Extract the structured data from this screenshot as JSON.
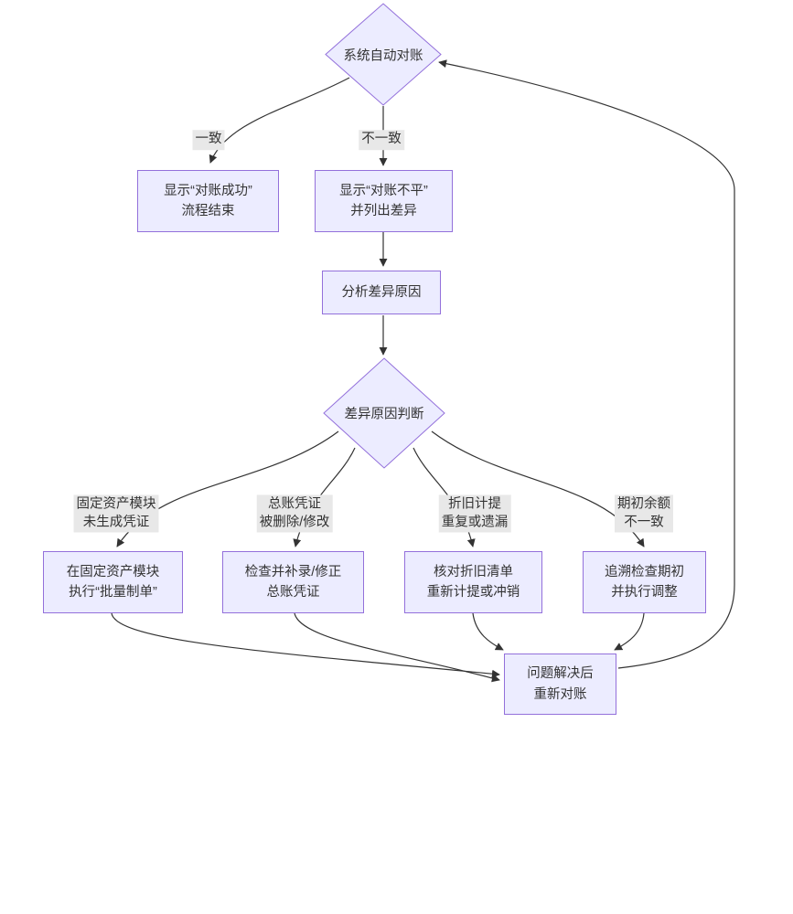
{
  "diagram": {
    "type": "flowchart",
    "colors": {
      "node_fill": "#ECECFF",
      "node_border": "#9370DB",
      "edge": "#333333",
      "edge_label_bg": "#e8e8e8",
      "text": "#333333"
    },
    "nodes": {
      "auto_reconcile": {
        "type": "decision",
        "lines": [
          "系统自动对账"
        ]
      },
      "judge": {
        "type": "decision",
        "lines": [
          "差异原因判断"
        ]
      },
      "show_success": {
        "type": "process",
        "lines": [
          "显示“对账成功”",
          "流程结束"
        ]
      },
      "show_unbalanced": {
        "type": "process",
        "lines": [
          "显示“对账不平”",
          "并列出差异"
        ]
      },
      "analyze": {
        "type": "process",
        "lines": [
          "分析差异原因"
        ]
      },
      "fix_fa": {
        "type": "process",
        "lines": [
          "在固定资产模块",
          "执行“批量制单”"
        ]
      },
      "fix_gl": {
        "type": "process",
        "lines": [
          "检查并补录/修正",
          "总账凭证"
        ]
      },
      "fix_dep": {
        "type": "process",
        "lines": [
          "核对折旧清单",
          "重新计提或冲销"
        ]
      },
      "fix_opening": {
        "type": "process",
        "lines": [
          "追溯检查期初",
          "并执行调整"
        ]
      },
      "redo": {
        "type": "process",
        "lines": [
          "问题解决后",
          "重新对账"
        ]
      }
    },
    "edge_labels": {
      "match": {
        "lines": [
          "一致"
        ]
      },
      "mismatch": {
        "lines": [
          "不一致"
        ]
      },
      "cause_fa": {
        "lines": [
          "固定资产模块",
          "未生成凭证"
        ]
      },
      "cause_gl": {
        "lines": [
          "总账凭证",
          "被删除/修改"
        ]
      },
      "cause_dep": {
        "lines": [
          "折旧计提",
          "重复或遗漏"
        ]
      },
      "cause_opening": {
        "lines": [
          "期初余额",
          "不一致"
        ]
      }
    }
  }
}
